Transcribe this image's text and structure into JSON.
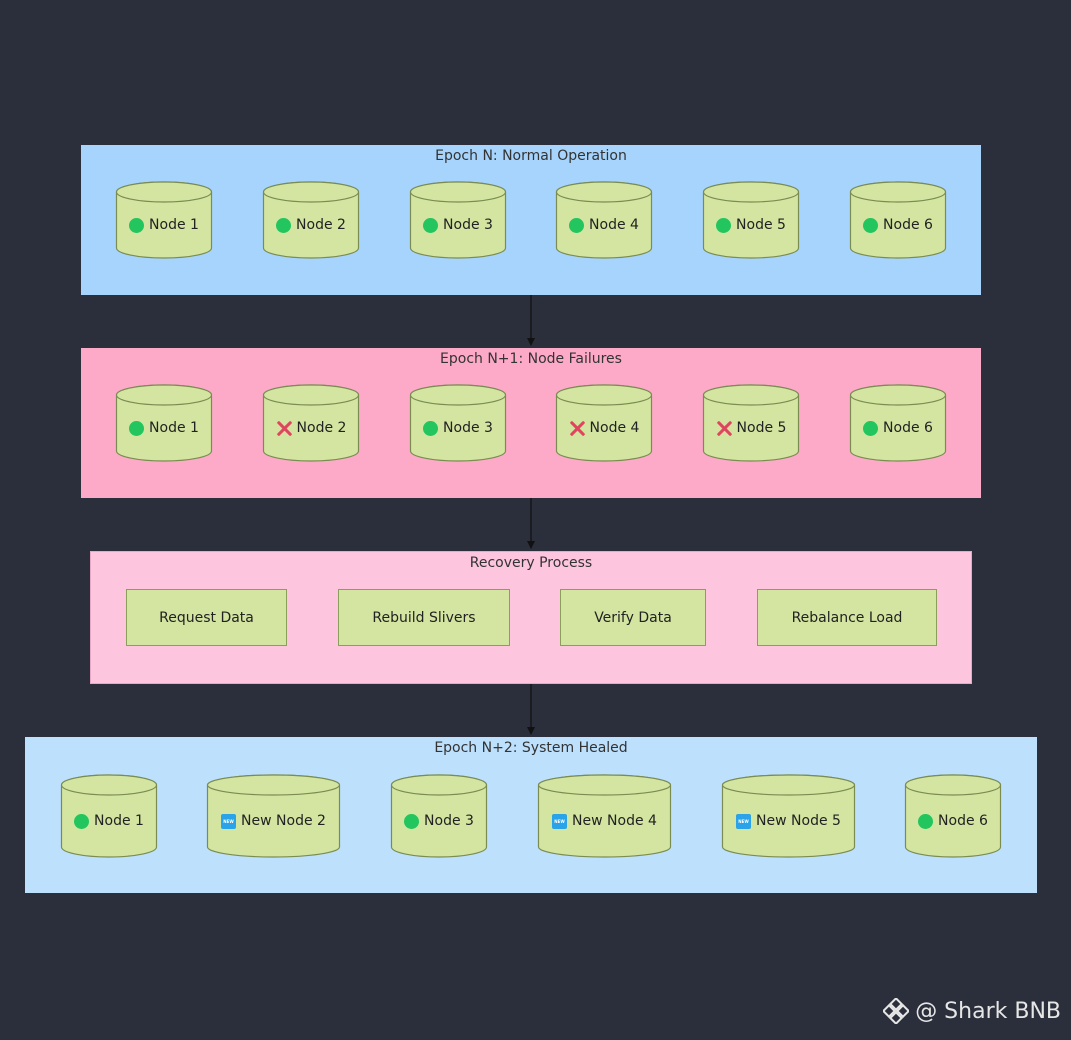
{
  "epochs": [
    {
      "id": "n",
      "title": "Epoch N: Normal Operation",
      "nodes": [
        {
          "label": "Node 1",
          "status": "healthy"
        },
        {
          "label": "Node 2",
          "status": "healthy"
        },
        {
          "label": "Node 3",
          "status": "healthy"
        },
        {
          "label": "Node 4",
          "status": "healthy"
        },
        {
          "label": "Node 5",
          "status": "healthy"
        },
        {
          "label": "Node 6",
          "status": "healthy"
        }
      ]
    },
    {
      "id": "n1",
      "title": "Epoch N+1: Node Failures",
      "nodes": [
        {
          "label": "Node 1",
          "status": "healthy"
        },
        {
          "label": "Node 2",
          "status": "failed"
        },
        {
          "label": "Node 3",
          "status": "healthy"
        },
        {
          "label": "Node 4",
          "status": "failed"
        },
        {
          "label": "Node 5",
          "status": "failed"
        },
        {
          "label": "Node 6",
          "status": "healthy"
        }
      ]
    },
    {
      "id": "n2",
      "title": "Epoch N+2: System Healed",
      "nodes": [
        {
          "label": "Node 1",
          "status": "healthy"
        },
        {
          "label": "New Node 2",
          "status": "new"
        },
        {
          "label": "Node 3",
          "status": "healthy"
        },
        {
          "label": "New Node 4",
          "status": "new"
        },
        {
          "label": "New Node 5",
          "status": "new"
        },
        {
          "label": "Node 6",
          "status": "healthy"
        }
      ]
    }
  ],
  "recovery": {
    "title": "Recovery Process",
    "steps": [
      "Request Data",
      "Rebuild Slivers",
      "Verify Data",
      "Rebalance Load"
    ]
  },
  "icons": {
    "healthy": "green-circle-icon",
    "failed": "red-x-icon",
    "new": "new-badge-icon",
    "new_badge_text": "NEW"
  },
  "colors": {
    "background": "#2b2f3b",
    "epoch_n": "#a6d4fc",
    "epoch_n1": "#fdaac8",
    "recovery": "#fdc6de",
    "epoch_n2": "#bde0fd",
    "node_fill": "#d3e5a0",
    "node_stroke": "#7a8c52",
    "healthy": "#22c55e",
    "failed": "#e0445f",
    "new": "#2aa3e8"
  },
  "watermark": {
    "text": "@ Shark BNB"
  }
}
